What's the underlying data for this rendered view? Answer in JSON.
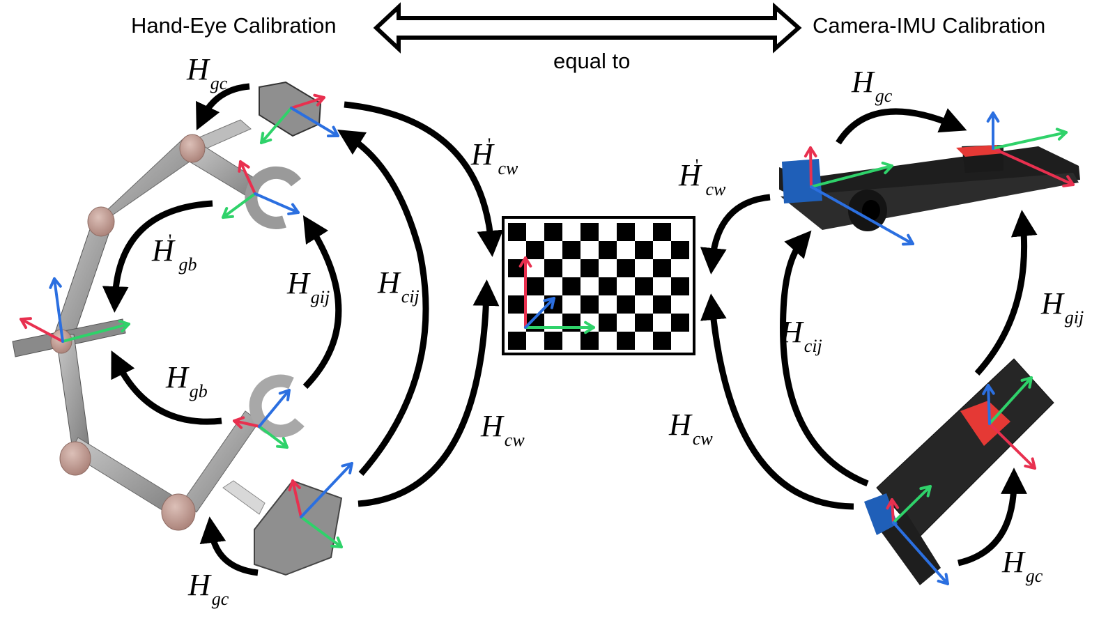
{
  "header": {
    "left_title": "Hand-Eye Calibration",
    "right_title": "Camera-IMU Calibration",
    "relation_label": "equal to"
  },
  "labels": {
    "left_gc_top": {
      "base": "H",
      "prime": "",
      "sub": "gc"
    },
    "left_cw_prime": {
      "base": "H",
      "prime": "'",
      "sub": "cw"
    },
    "left_gb_prime": {
      "base": "H",
      "prime": "'",
      "sub": "gb"
    },
    "left_gij": {
      "base": "H",
      "prime": "",
      "sub": "gij"
    },
    "left_cij": {
      "base": "H",
      "prime": "",
      "sub": "cij"
    },
    "left_gb": {
      "base": "H",
      "prime": "",
      "sub": "gb"
    },
    "left_cw": {
      "base": "H",
      "prime": "",
      "sub": "cw"
    },
    "left_gc_bottom": {
      "base": "H",
      "prime": "",
      "sub": "gc"
    },
    "right_gc_top": {
      "base": "H",
      "prime": "",
      "sub": "gc"
    },
    "right_cw_prime": {
      "base": "H",
      "prime": "'",
      "sub": "cw"
    },
    "right_cij": {
      "base": "H",
      "prime": "",
      "sub": "cij"
    },
    "right_gij": {
      "base": "H",
      "prime": "",
      "sub": "gij"
    },
    "right_cw": {
      "base": "H",
      "prime": "",
      "sub": "cw"
    },
    "right_gc_bottom": {
      "base": "H",
      "prime": "",
      "sub": "gc"
    }
  },
  "checkerboard": {
    "columns": 10,
    "rows": 7
  },
  "colors": {
    "axis_x": "#e8304f",
    "axis_y": "#2fd26a",
    "axis_z": "#2b6fe0",
    "camera_block": "#1f5fb8",
    "imu_block": "#e53935",
    "rig_body": "#262626",
    "robot_link": "#9a9a9a",
    "robot_joint": "#c4a097"
  }
}
